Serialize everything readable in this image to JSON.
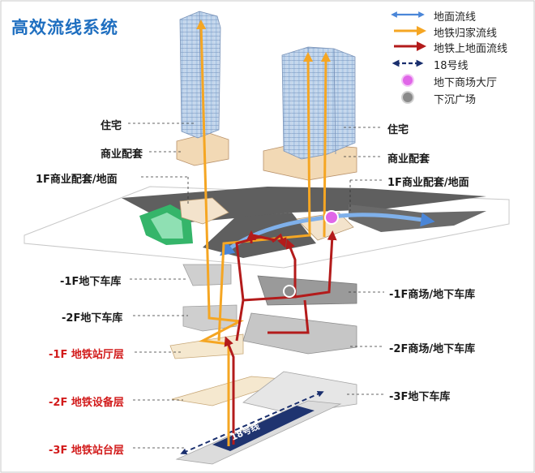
{
  "title": "高效流线系统",
  "legend": [
    {
      "label": "地面流线",
      "icon": "double-arrow-blue",
      "color": "#4a86d8"
    },
    {
      "label": "地铁归家流线",
      "icon": "arrow-orange",
      "color": "#f5a623"
    },
    {
      "label": "地铁上地面流线",
      "icon": "arrow-darkred",
      "color": "#b31b1b"
    },
    {
      "label": "18号线",
      "icon": "dashed-double-arrow-navy",
      "color": "#1a2f6e"
    },
    {
      "label": "地下商场大厅",
      "icon": "circle-pink",
      "color": "#e066e8"
    },
    {
      "label": "下沉广场",
      "icon": "circle-gray",
      "color": "#8a8a8a"
    }
  ],
  "left_labels": [
    "住宅",
    "商业配套",
    "1F商业配套/地面",
    "-1F地下车库",
    "-2F地下车库",
    "-1F 地铁站厅层",
    "-2F 地铁设备层",
    "-3F 地铁站台层"
  ],
  "right_labels": [
    "住宅",
    "商业配套",
    "1F商业配套/地面",
    "-1F商场/地下车库",
    "-2F商场/地下车库",
    "-3F地下车库"
  ],
  "metro_line_label": "18号线"
}
